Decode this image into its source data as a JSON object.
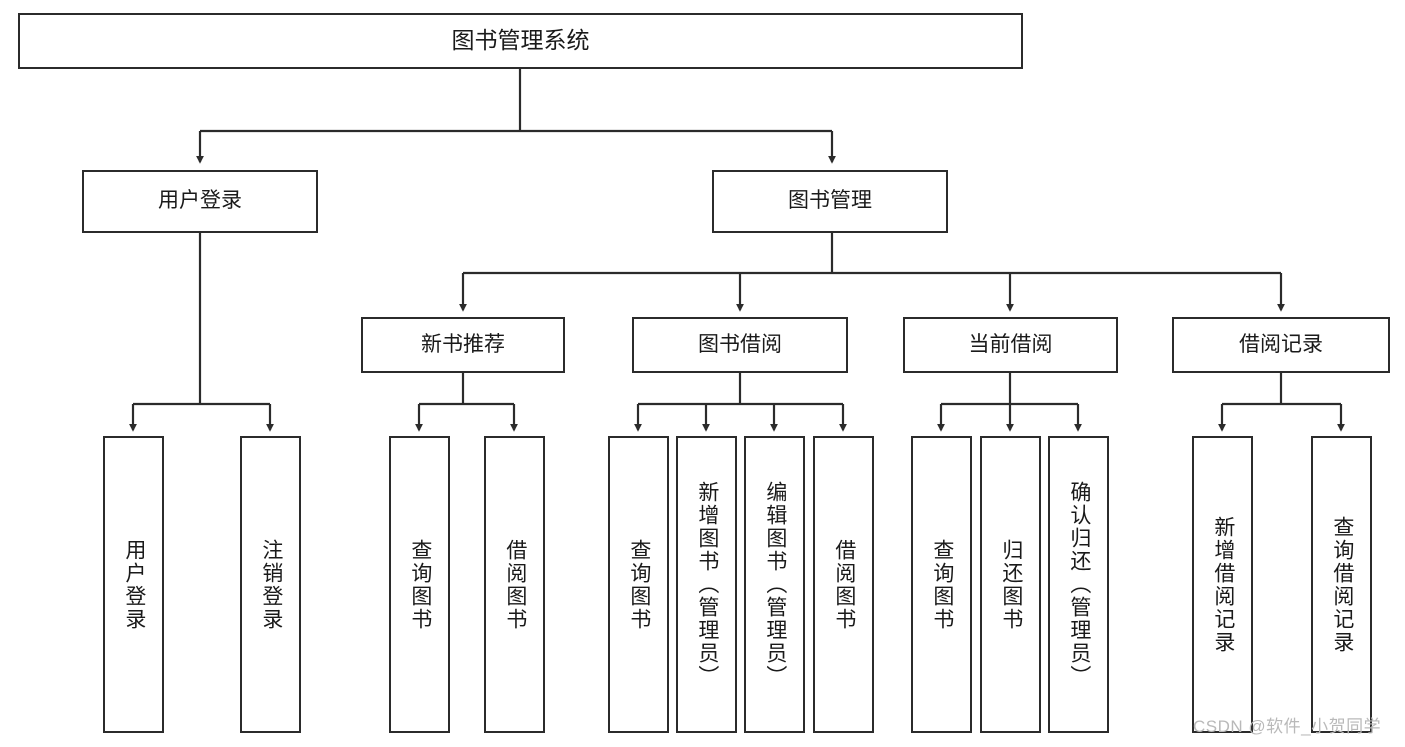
{
  "diagram": {
    "title": "图书管理系统",
    "type": "hierarchy-tree",
    "watermark": "CSDN @软件_小贺同学",
    "colors": {
      "border": "#2b2b2b",
      "background": "#ffffff",
      "text": "#1a1a1a",
      "watermark": "#b9b9b9"
    },
    "root": {
      "label": "图书管理系统"
    },
    "level1": [
      {
        "label": "用户登录"
      },
      {
        "label": "图书管理"
      }
    ],
    "level2": [
      {
        "label": "新书推荐"
      },
      {
        "label": "图书借阅"
      },
      {
        "label": "当前借阅"
      },
      {
        "label": "借阅记录"
      }
    ],
    "leaves": {
      "user_login": [
        {
          "label": "用户登录"
        },
        {
          "label": "注销登录"
        }
      ],
      "new_book_recommend": [
        {
          "label": "查询图书"
        },
        {
          "label": "借阅图书"
        }
      ],
      "book_borrow": [
        {
          "label": "查询图书"
        },
        {
          "label": "新增图书（管理员）"
        },
        {
          "label": "编辑图书（管理员）"
        },
        {
          "label": "借阅图书"
        }
      ],
      "current_borrow": [
        {
          "label": "查询图书"
        },
        {
          "label": "归还图书"
        },
        {
          "label": "确认归还（管理员）"
        }
      ],
      "borrow_record": [
        {
          "label": "新增借阅记录"
        },
        {
          "label": "查询借阅记录"
        }
      ]
    }
  }
}
